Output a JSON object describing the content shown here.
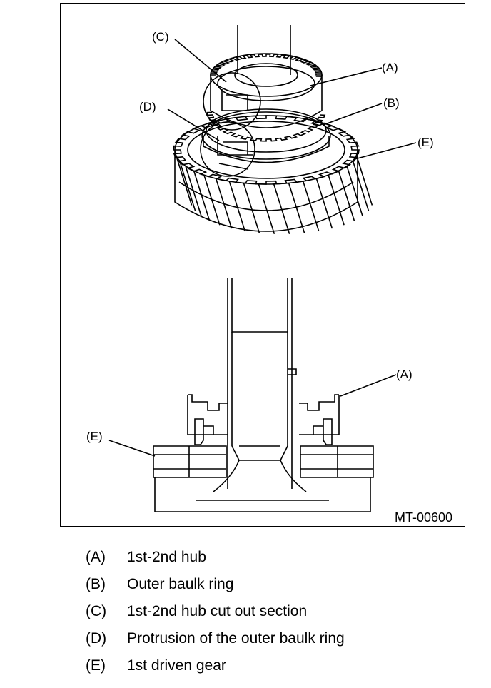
{
  "figure": {
    "id": "MT-00600",
    "callouts": {
      "top_c": "(C)",
      "top_a": "(A)",
      "top_d": "(D)",
      "top_b": "(B)",
      "top_e": "(E)",
      "bottom_a": "(A)",
      "bottom_e": "(E)"
    }
  },
  "legend": [
    {
      "key": "(A)",
      "text": "1st-2nd hub"
    },
    {
      "key": "(B)",
      "text": "Outer baulk ring"
    },
    {
      "key": "(C)",
      "text": "1st-2nd hub cut out section"
    },
    {
      "key": "(D)",
      "text": "Protrusion of the outer baulk ring"
    },
    {
      "key": "(E)",
      "text": "1st driven gear"
    }
  ]
}
